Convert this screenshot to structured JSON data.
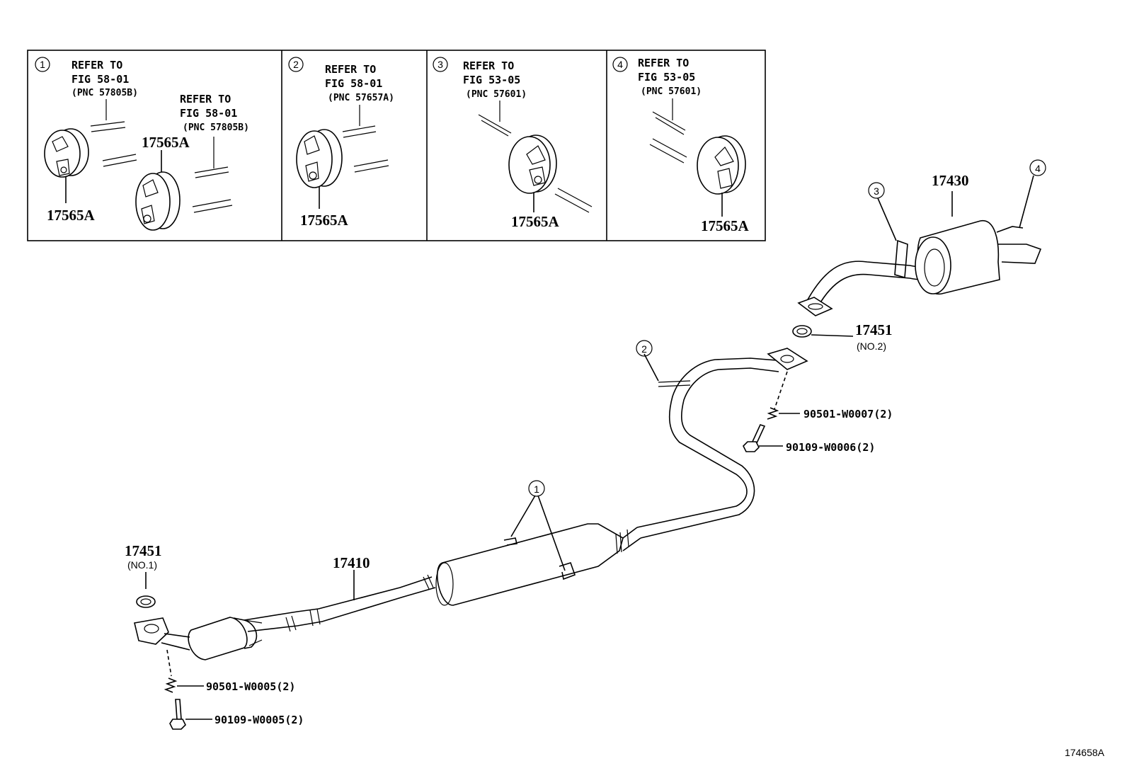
{
  "insets": [
    {
      "num": "1",
      "refs": [
        {
          "line1": "REFER TO",
          "line2": "FIG 58-01",
          "pnc": "(PNC 57805B)"
        },
        {
          "line1": "REFER TO",
          "line2": "FIG 58-01",
          "pnc": "(PNC 57805B)"
        }
      ],
      "parts": [
        "17565A",
        "17565A"
      ]
    },
    {
      "num": "2",
      "refs": [
        {
          "line1": "REFER TO",
          "line2": "FIG 58-01",
          "pnc": "(PNC 57657A)"
        }
      ],
      "parts": [
        "17565A"
      ]
    },
    {
      "num": "3",
      "refs": [
        {
          "line1": "REFER TO",
          "line2": "FIG 53-05",
          "pnc": "(PNC 57601)"
        }
      ],
      "parts": [
        "17565A"
      ]
    },
    {
      "num": "4",
      "refs": [
        {
          "line1": "REFER TO",
          "line2": "FIG 53-05",
          "pnc": "(PNC 57601)"
        }
      ],
      "parts": [
        "17565A"
      ]
    }
  ],
  "main": {
    "muffler": "17430",
    "gasket_rear": {
      "pn": "17451",
      "sub": "(NO.2)"
    },
    "gasket_front": {
      "pn": "17451",
      "sub": "(NO.1)"
    },
    "front_pipe": "17410",
    "spring_rear": "90501-W0007(2)",
    "bolt_rear": "90109-W0006(2)",
    "spring_front": "90501-W0005(2)",
    "bolt_front": "90109-W0005(2)",
    "callouts": [
      "1",
      "2",
      "3",
      "4"
    ]
  },
  "illustration_id": "174658A"
}
